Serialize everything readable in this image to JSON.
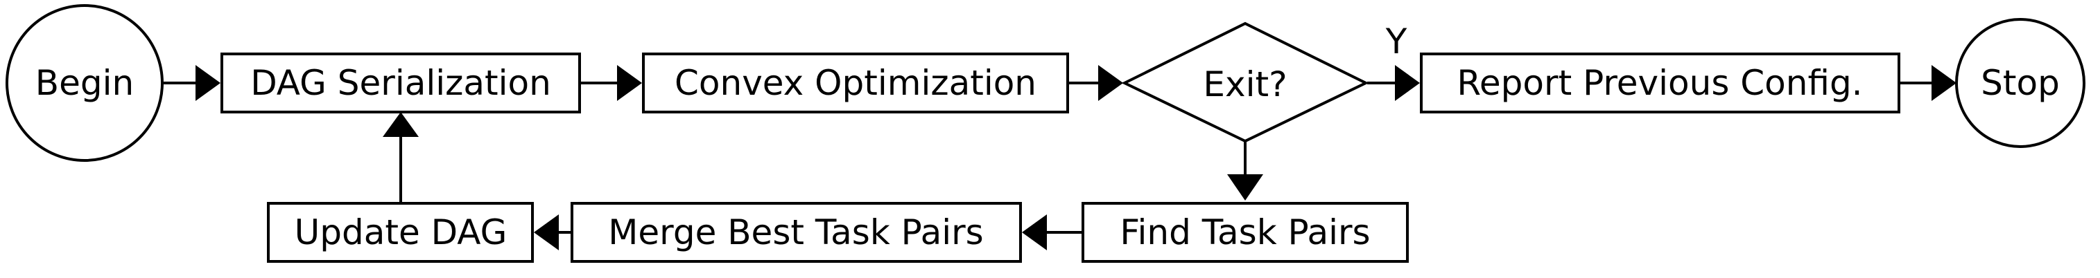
{
  "nodes": {
    "begin": "Begin",
    "dag_serialization": "DAG Serialization",
    "convex_optimization": "Convex Optimization",
    "exit_decision": "Exit?",
    "report_previous_config": "Report Previous Config.",
    "stop": "Stop",
    "find_task_pairs": "Find Task Pairs",
    "merge_best_task_pairs": "Merge Best Task Pairs",
    "update_dag": "Update DAG"
  },
  "edge_labels": {
    "exit_yes": "Y"
  }
}
